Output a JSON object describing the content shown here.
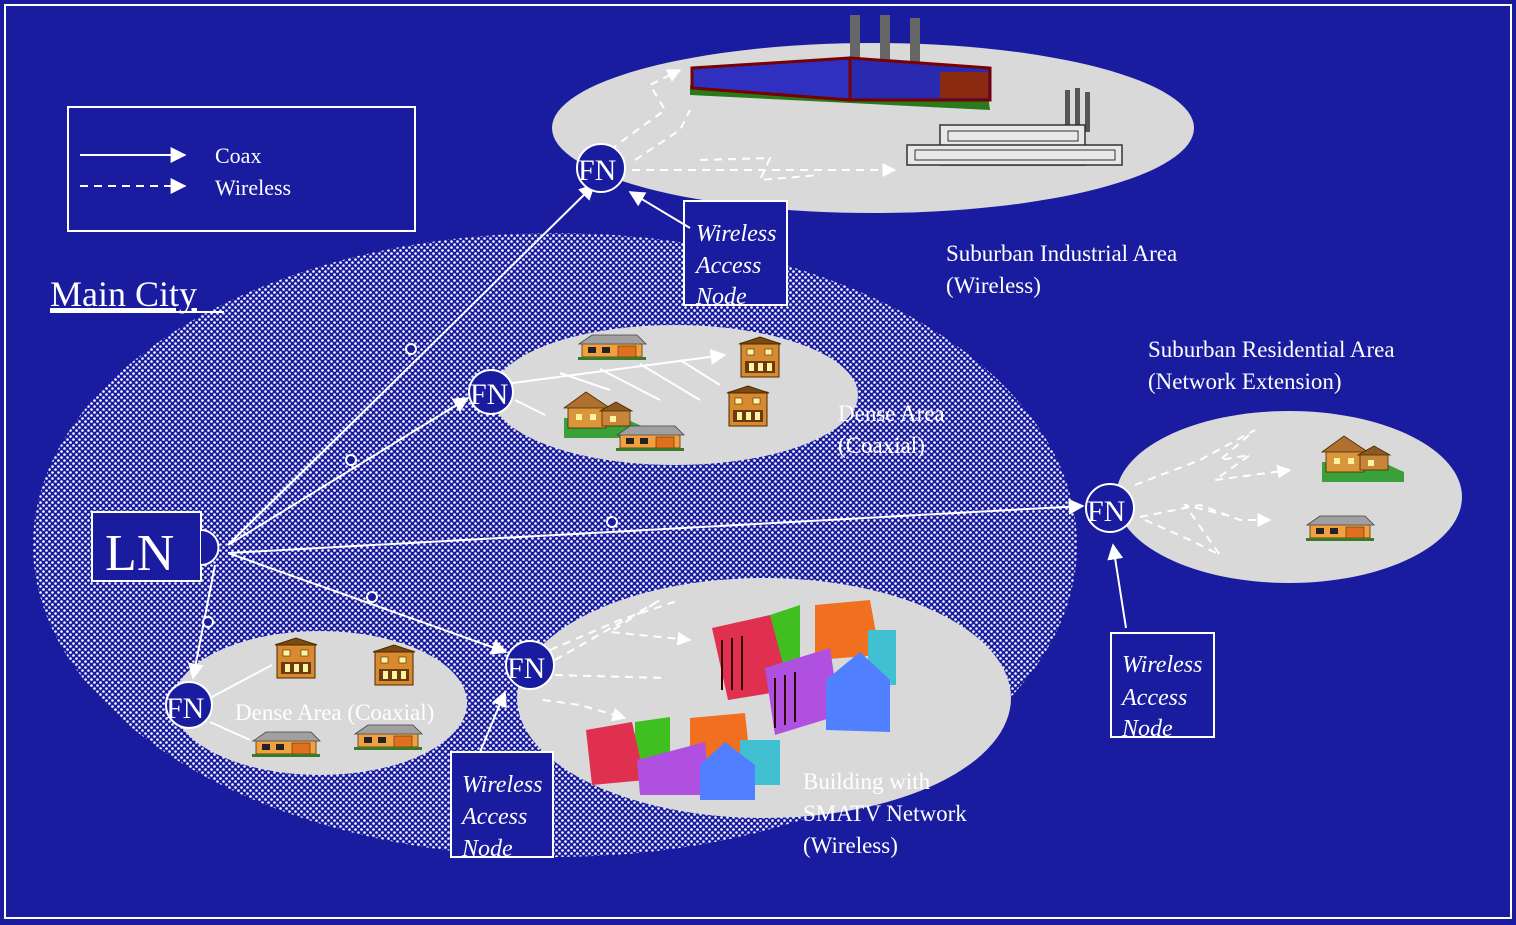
{
  "legend": {
    "coax_label": "Coax",
    "wireless_label": "Wireless"
  },
  "main_city_label": "Main City",
  "local_node_label": "LN",
  "fiber_node_label": "FN",
  "wireless_access_node": {
    "line1": "Wireless",
    "line2": "Access",
    "line3": "Node"
  },
  "areas": {
    "industrial": {
      "line1": "Suburban Industrial Area",
      "line2": "(Wireless)"
    },
    "residential": {
      "line1": "Suburban Residential Area",
      "line2": "(Network Extension)"
    },
    "dense_upper": {
      "line1": "Dense Area",
      "line2": "(Coaxial)"
    },
    "dense_lower": {
      "line1": "Dense Area (Coaxial)"
    },
    "smatv": {
      "line1": "Building with",
      "line2": "SMATV Network",
      "line3": "(Wireless)"
    }
  },
  "colors": {
    "background": "#1a1ca0",
    "area_fill": "#d9d9d9",
    "line": "#ffffff"
  }
}
